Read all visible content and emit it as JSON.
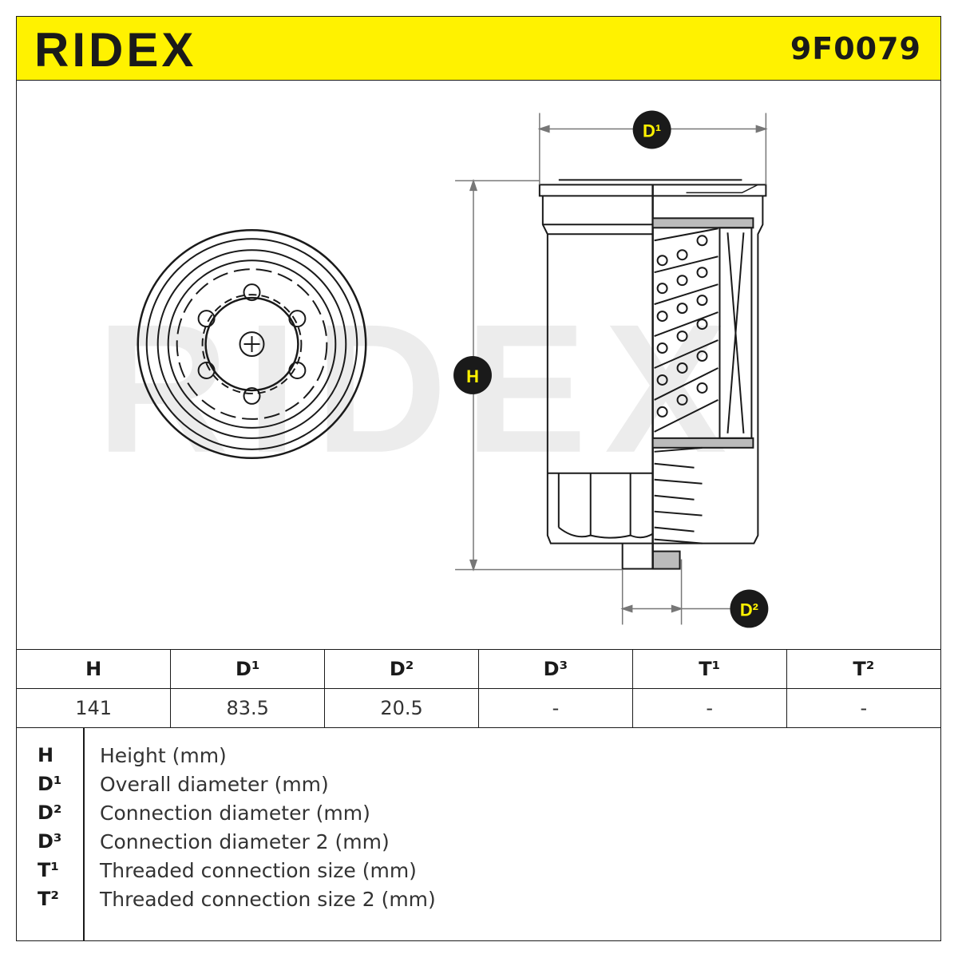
{
  "brand": {
    "name": "RIDEX"
  },
  "part_number": "9F0079",
  "colors": {
    "header_bg": "#fff200",
    "line": "#1a1a1a",
    "watermark": "#e9e9e9"
  },
  "dimension_markers": [
    "D¹",
    "H",
    "D²"
  ],
  "table": {
    "headers": [
      "H",
      "D¹",
      "D²",
      "D³",
      "T¹",
      "T²"
    ],
    "values": [
      "141",
      "83.5",
      "20.5",
      "-",
      "-",
      "-"
    ]
  },
  "legend": [
    {
      "symbol": "H",
      "text": "Height (mm)"
    },
    {
      "symbol": "D¹",
      "text": "Overall diameter (mm)"
    },
    {
      "symbol": "D²",
      "text": "Connection diameter (mm)"
    },
    {
      "symbol": "D³",
      "text": "Connection diameter 2 (mm)"
    },
    {
      "symbol": "T¹",
      "text": "Threaded connection size (mm)"
    },
    {
      "symbol": "T²",
      "text": "Threaded connection size 2 (mm)"
    }
  ]
}
